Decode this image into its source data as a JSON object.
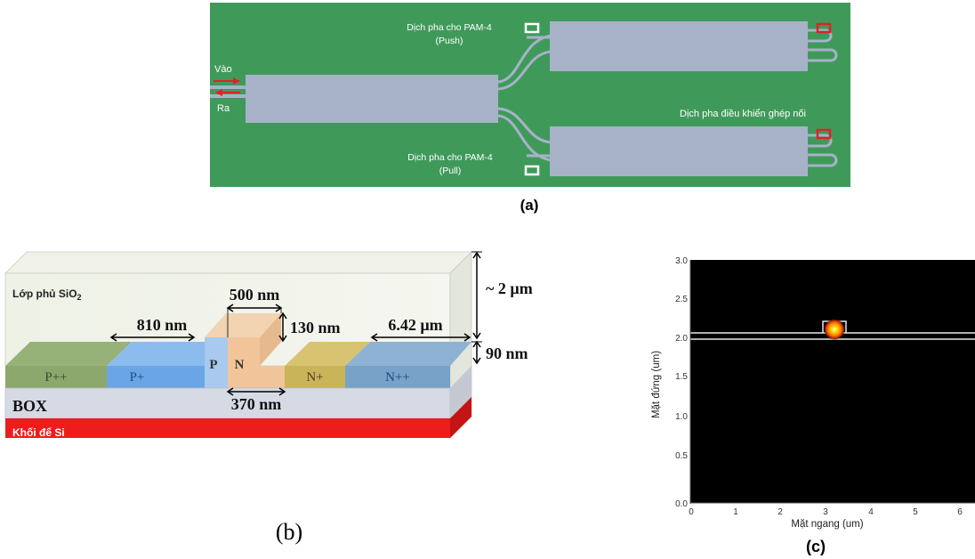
{
  "panel_a": {
    "input_label": "Vào",
    "output_label": "Ra",
    "push_label_line1": "Dịch pha cho PAM-4",
    "push_label_line2": "(Push)",
    "pull_label_line1": "Dịch pha cho PAM-4",
    "pull_label_line2": "(Pull)",
    "coupling_label": "Dịch pha điều khiển ghép nối",
    "caption": "(a)",
    "colors": {
      "background": "#3f9a5a",
      "waveguide": "#a7b2c8",
      "pad_white": "#ffffff",
      "pad_red": "#e0202a",
      "arrow": "#e0202a"
    }
  },
  "panel_b": {
    "cladding_label": "Lớp phủ SiO",
    "cladding_subscript": "2",
    "box_label": "BOX",
    "substrate_label": "Khối đế Si",
    "regions": [
      "P++",
      "P+",
      "P",
      "N",
      "N+",
      "N++"
    ],
    "dim_810": "810 nm",
    "dim_500": "500 nm",
    "dim_130": "130 nm",
    "dim_642": "6.42 µm",
    "dim_2um": "~ 2 µm",
    "dim_90": "90 nm",
    "dim_370": "370 nm",
    "caption": "(b)",
    "colors": {
      "p_pp": "#8ca86c",
      "p_p": "#6aa6e6",
      "p_core": "#a9c9ee",
      "n_core": "#f2c49a",
      "n_p": "#c9b45a",
      "n_pp": "#78a2c8",
      "box": "#d6dae4",
      "substrate": "#ee1c1c"
    }
  },
  "panel_c": {
    "xlabel": "Mặt ngang (um)",
    "ylabel": "Mặt đứng (um)",
    "x_ticks": [
      "0",
      "1",
      "2",
      "3",
      "4",
      "5",
      "6"
    ],
    "y_ticks": [
      "0.0",
      "0.5",
      "1.0",
      "1.5",
      "2.0",
      "2.5",
      "3.0"
    ],
    "caption": "(c)"
  }
}
